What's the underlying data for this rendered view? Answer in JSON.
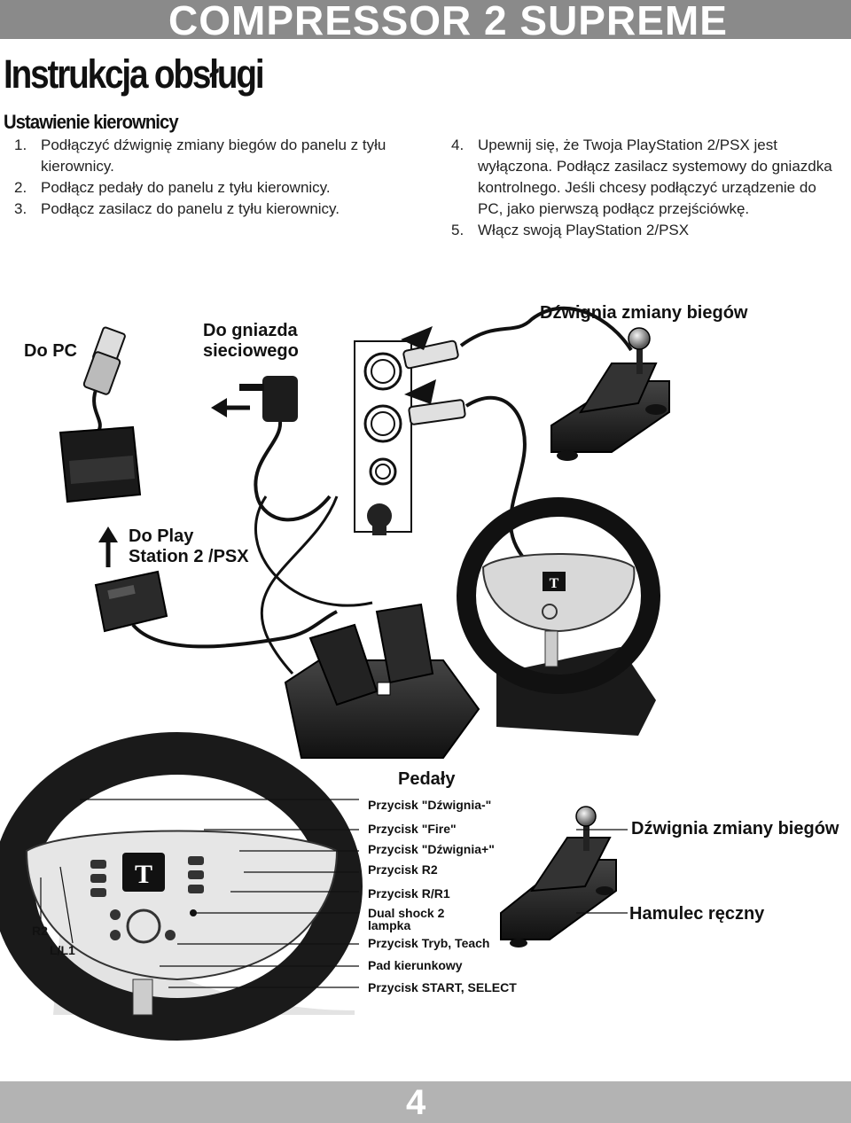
{
  "header": {
    "title": "COMPRESSOR 2 SUPREME"
  },
  "page": {
    "heading": "Instrukcja obsługi",
    "section": "Ustawienie kierownicy",
    "steps_left": [
      {
        "num": "1.",
        "text": "Podłączyć dźwignię zmiany biegów do panelu z tyłu kierownicy."
      },
      {
        "num": "2.",
        "text": "Podłącz pedały do panelu z tyłu kierownicy."
      },
      {
        "num": "3.",
        "text": "Podłącz zasilacz do panelu z tyłu kierownicy."
      }
    ],
    "steps_right": [
      {
        "num": "4.",
        "text": "Upewnij się, że Twoja PlayStation 2/PSX jest wyłączona. Podłącz zasilacz systemowy do gniazdka kontrolnego. Jeśli chcesy podłączyć urządzenie do PC, jako pierwszą podłącz przejściówkę."
      },
      {
        "num": "5.",
        "text": "Włącz swoją PlayStation 2/PSX"
      }
    ]
  },
  "diagram1": {
    "do_pc": "Do PC",
    "do_gniazda_line1": "Do gniazda",
    "do_gniazda_line2": "sieciowego",
    "dzwignia": "Dźwignia zmiany biegów",
    "do_play_line1": "Do Play",
    "do_play_line2": "Station 2 /PSX",
    "logo": "T"
  },
  "diagram2": {
    "pedaly": "Pedały",
    "callouts": [
      "Przycisk \"Dźwignia-\"",
      "Przycisk \"Fire\"",
      "Przycisk \"Dźwignia+\"",
      "Przycisk R2",
      "Przycisk R/R1",
      "Dual shock 2",
      "lampka",
      "Przycisk Tryb, Teach",
      "Pad kierunkowy",
      "Przycisk START, SELECT"
    ],
    "r2": "R2",
    "l_l1": "L/L1",
    "dzwignia": "Dźwignia zmiany biegów",
    "hamulec": "Hamulec ręczny",
    "logo": "T"
  },
  "footer": {
    "page_number": "4"
  }
}
